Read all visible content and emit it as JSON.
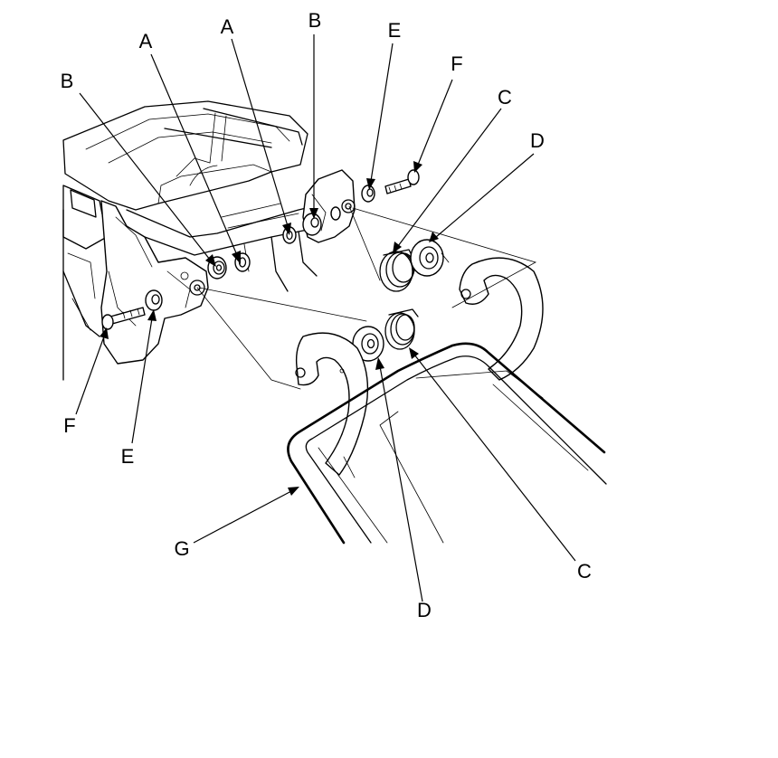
{
  "callouts": {
    "a_left": "A",
    "a_right": "A",
    "b_left": "B",
    "b_right": "B",
    "c_upper": "C",
    "c_lower": "C",
    "d_upper": "D",
    "d_lower": "D",
    "e_upper": "E",
    "e_lower": "E",
    "f_upper": "F",
    "f_lower": "F",
    "g": "G"
  },
  "colors": {
    "line": "#000000",
    "background": "#ffffff"
  }
}
